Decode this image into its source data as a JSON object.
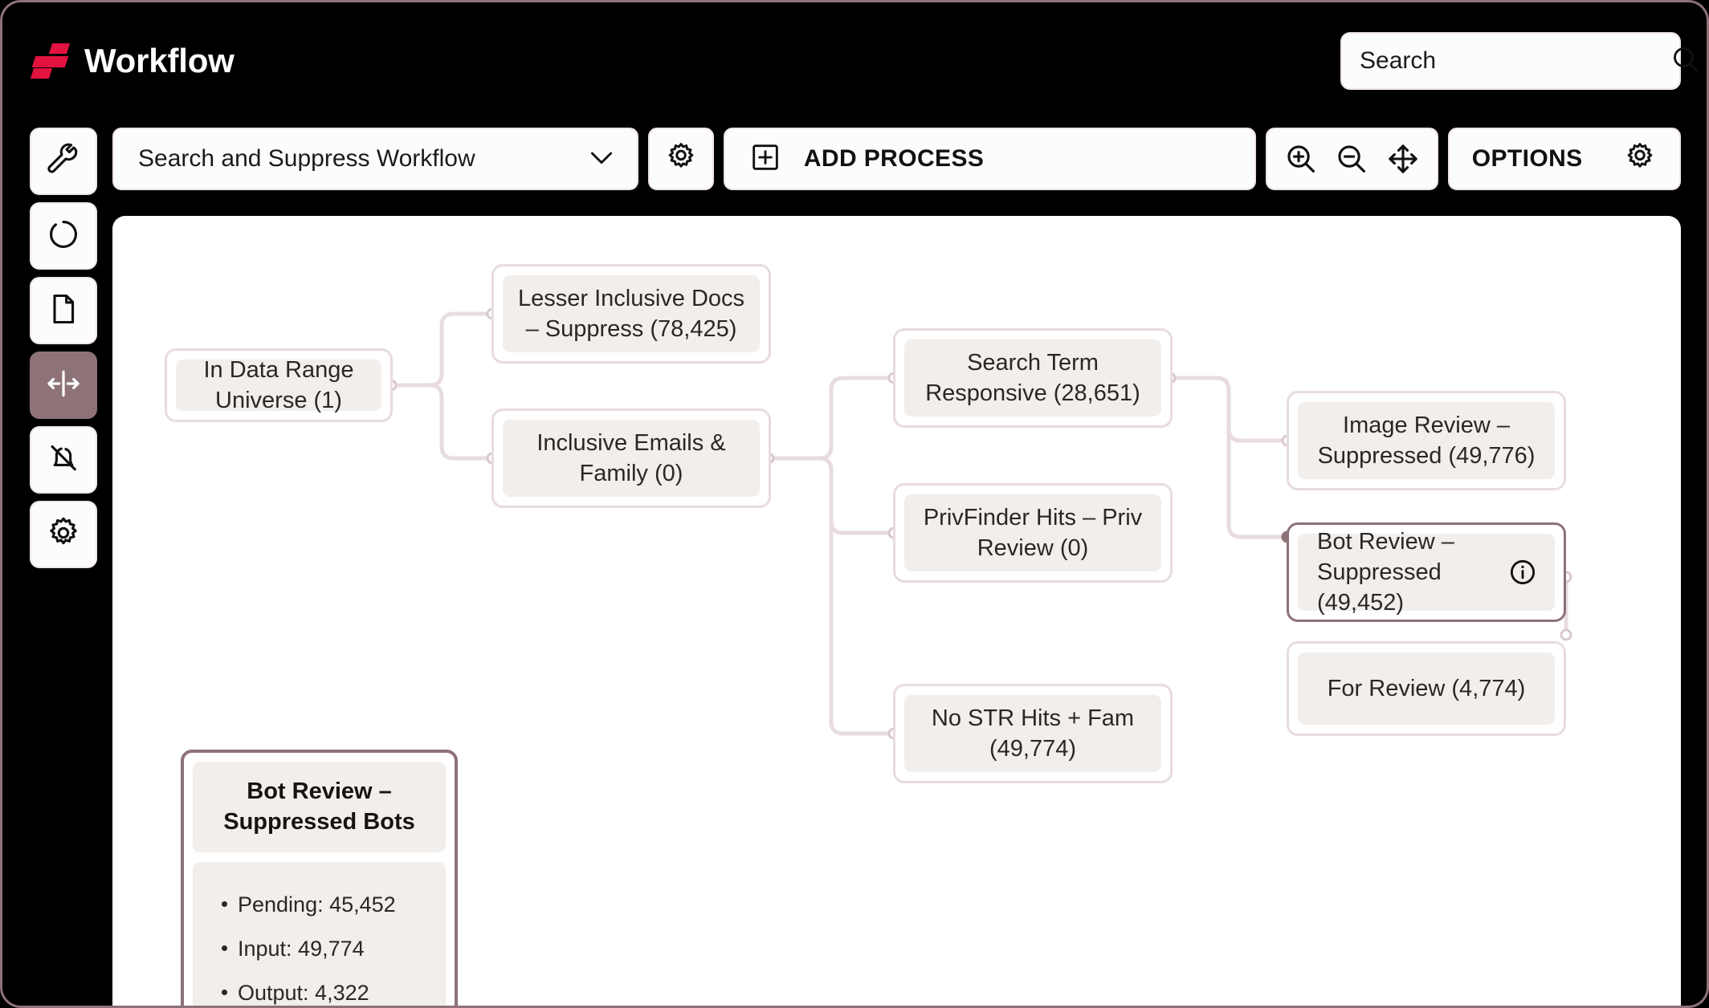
{
  "header": {
    "brand_title": "Workflow",
    "logo_icon": "workflow-logo-icon",
    "logo_color": "#e4123f",
    "search": {
      "placeholder": "Search",
      "value": "",
      "icon": "search-icon"
    }
  },
  "toolbar": {
    "workflow_select_label": "Search and Suppress Workflow",
    "workflow_select_icon": "chevron-down-icon",
    "workflow_settings_icon": "gear-icon",
    "add_process_label": "ADD PROCESS",
    "add_process_icon": "plus-square-icon",
    "zoom_in_icon": "zoom-in-icon",
    "zoom_out_icon": "zoom-out-icon",
    "fit_view_icon": "move-arrows-icon",
    "options_label": "OPTIONS",
    "options_icon": "gear-icon"
  },
  "sidebar": {
    "items": [
      {
        "name": "tools",
        "icon": "wrench-icon",
        "active": false
      },
      {
        "name": "processing",
        "icon": "loading-circle-icon",
        "active": false
      },
      {
        "name": "documents",
        "icon": "document-icon",
        "active": false
      },
      {
        "name": "split-view",
        "icon": "split-horizontal-icon",
        "active": true
      },
      {
        "name": "notifications",
        "icon": "bell-off-icon",
        "active": false
      },
      {
        "name": "settings",
        "icon": "gear-icon",
        "active": false
      }
    ],
    "active_color": "#8d7278"
  },
  "canvas": {
    "accent_color": "#8d7278",
    "edge_color": "#e8dcde",
    "node_fill": "#f2eeeb",
    "nodes": [
      {
        "id": "in-data-range-universe",
        "label": "In Data Range Universe (1)",
        "selected": false
      },
      {
        "id": "lesser-inclusive-docs",
        "label": "Lesser Inclusive Docs – Suppress (78,425)",
        "selected": false
      },
      {
        "id": "inclusive-emails-family",
        "label": "Inclusive Emails & Family (0)",
        "selected": false
      },
      {
        "id": "search-term-responsive",
        "label": "Search Term Responsive (28,651)",
        "selected": false
      },
      {
        "id": "privfinder-hits",
        "label": "PrivFinder Hits – Priv Review (0)",
        "selected": false
      },
      {
        "id": "no-str-hits-fam",
        "label": "No STR Hits + Fam (49,774)",
        "selected": false
      },
      {
        "id": "image-review-suppressed",
        "label": "Image Review – Suppressed (49,776)",
        "selected": false
      },
      {
        "id": "bot-review-suppressed",
        "label": "Bot Review – Suppressed (49,452)",
        "selected": true,
        "info_icon": "info-icon"
      },
      {
        "id": "for-review",
        "label": "For Review (4,774)",
        "selected": false
      }
    ]
  },
  "detail_card": {
    "title": "Bot Review – Suppressed Bots",
    "stats": [
      "Pending: 45,452",
      "Input: 49,774",
      "Output: 4,322"
    ]
  }
}
